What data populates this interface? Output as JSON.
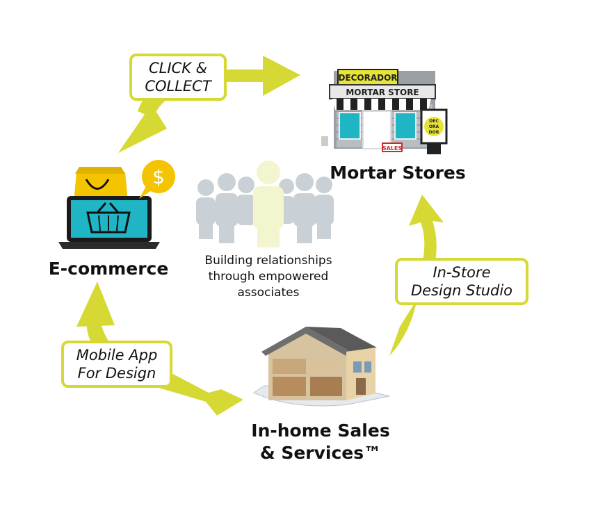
{
  "nodes": {
    "mortar": "Mortar Stores",
    "ecommerce": "E-commerce",
    "inhome_line1": "In-home Sales",
    "inhome_line2": "& Services™"
  },
  "edges": {
    "click_collect": [
      "CLICK &",
      "COLLECT"
    ],
    "instore": [
      "In-Store",
      "Design Studio"
    ],
    "mobile": [
      "Mobile App",
      "For Design"
    ]
  },
  "center": [
    "Building relationships",
    "through empowered",
    "associates"
  ],
  "store_signs": {
    "brand": "DECORADOR",
    "store": "MORTAR STORE",
    "sales": "SALES",
    "poster": [
      "DEC",
      "ORA",
      "DOR"
    ]
  },
  "ecommerce_icon": {
    "coin_symbol": "$"
  },
  "colors": {
    "arrow": "#d6d934",
    "screen": "#1fb5c4",
    "bag": "#f5c400",
    "people_grey": "#c9d1d6",
    "people_highlight": "#f3f5cf"
  },
  "icons": [
    "mortar-store-icon",
    "laptop-shopping-icon",
    "people-group-icon",
    "house-cutaway-icon"
  ]
}
